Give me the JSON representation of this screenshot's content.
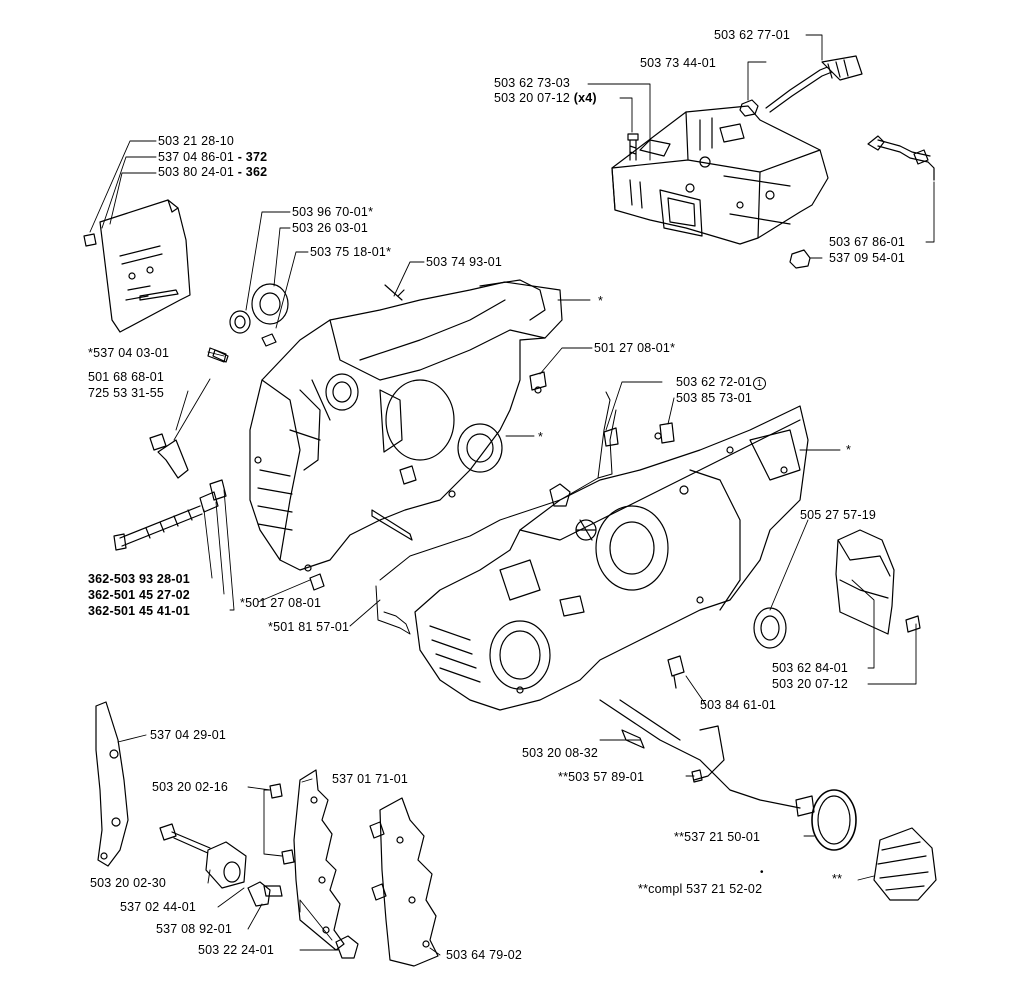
{
  "labels": {
    "p503627701": "503 62 77-01",
    "p503734401": "503 73 44-01",
    "p503627303": "503 62 73-03",
    "p503200712x4": "503 20 07-12",
    "p503200712x4_qty": "(x4)",
    "p503212810": "503 21 28-10",
    "p537048601": "537 04 86-01",
    "p537048601_model": "- 372",
    "p503802401": "503 80 24-01",
    "p503802401_model": "- 362",
    "p503967001": "503 96 70-01*",
    "p503260301": "503 26 03-01",
    "p503751801": "503 75 18-01*",
    "p503749301": "503 74 93-01",
    "p503678601": "503 67 86-01",
    "p537095401": "537 09 54-01",
    "star1": "*",
    "p537040301": "*537 04 03-01",
    "p501270801a": "501 27 08-01*",
    "p501686801": "501 68 68-01",
    "p725533155": "725 53 31-55",
    "star2": "*",
    "p503627201": "503 62 72-01",
    "circle1": "1",
    "p503857301": "503 85 73-01",
    "star3": "*",
    "p505275719": "505 27 57-19",
    "p503932801_pre": "362-",
    "p503932801": "503 93 28-01",
    "p501452702_pre": "362-",
    "p501452702": "501 45 27-02",
    "p501454101_pre": "362-",
    "p501454101": "501 45 41-01",
    "p501270801b": "*501 27 08-01",
    "p501815701": "*501 81 57-01",
    "p503628401": "503 62 84-01",
    "p503200712": "503 20 07-12",
    "p503846101": "503 84 61-01",
    "p537042901": "537 04 29-01",
    "p503200832": "503 20 08-32",
    "p503578901": "**503 57 89-01",
    "p503200216": "503 20 02-16",
    "p537017101": "537 01 71-01",
    "p537215001": "**537 21 50-01",
    "p503200230": "503 20 02-30",
    "p537024401": "537 02 44-01",
    "compl": "**compl 537 21 52-02",
    "star4": "**",
    "p537089201": "537 08 92-01",
    "p503222401": "503 22 24-01",
    "p503647902": "503 64 79-02"
  }
}
